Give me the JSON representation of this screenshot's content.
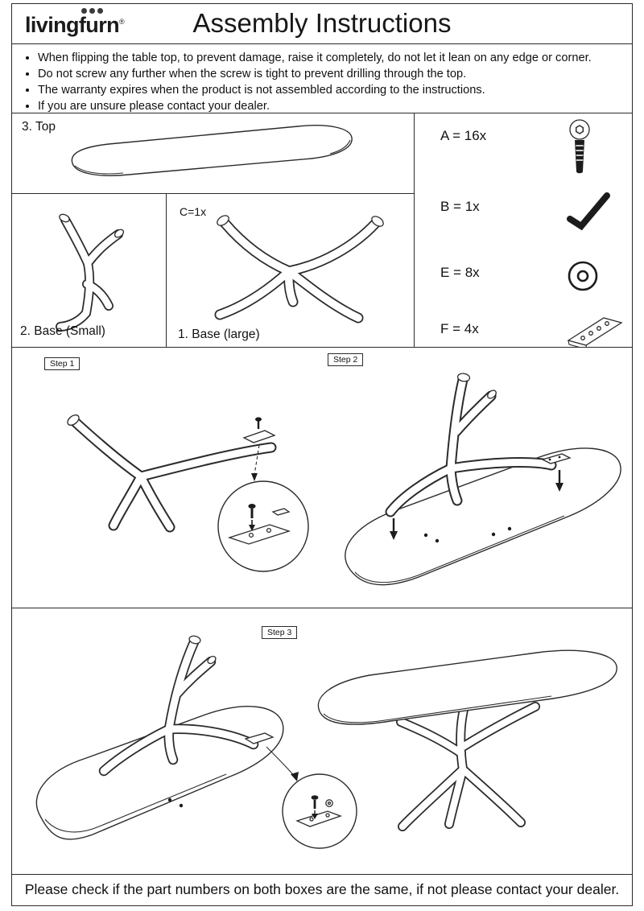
{
  "header": {
    "brand": "livingfurn",
    "registered_mark": "®",
    "title": "Assembly Instructions"
  },
  "notes": [
    "When flipping the table top, to prevent damage, raise it completely, do not let it lean on any edge or corner.",
    "Do not screw any further when the screw is tight to prevent drilling through the top.",
    "The warranty expires when the product is not assembled according to the instructions.",
    "If you are unsure please contact your dealer."
  ],
  "parts": {
    "top": {
      "label": "3. Top"
    },
    "base_small": {
      "label": "2. Base (Small)"
    },
    "base_large": {
      "label": "1. Base (large)",
      "part_c_note": "C=1x"
    },
    "hardware": [
      {
        "label": "A = 16x",
        "icon": "bolt-icon"
      },
      {
        "label": "B = 1x",
        "icon": "allen-key-icon"
      },
      {
        "label": "E = 8x",
        "icon": "washer-icon"
      },
      {
        "label": "F = 4x",
        "icon": "mounting-plate-icon"
      }
    ]
  },
  "steps": [
    {
      "label": "Step 1"
    },
    {
      "label": "Step 2"
    },
    {
      "label": "Step 3"
    }
  ],
  "footer": {
    "text": "Please check if the part numbers on both boxes are the same, if not please contact your dealer."
  },
  "colors": {
    "line": "#2b2b2b",
    "ink": "#141414",
    "fill_dark": "#1c1c1c",
    "background": "#ffffff"
  }
}
